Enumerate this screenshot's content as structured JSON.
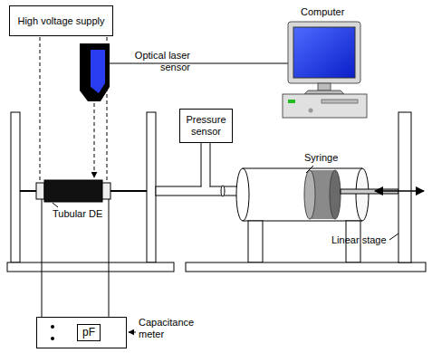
{
  "diagram": {
    "nodes": [
      {
        "text": [
          "High voltage supply"
        ]
      },
      {
        "text": [
          "Pressure sensor"
        ]
      },
      {
        "text": [
          "pF"
        ]
      }
    ],
    "labels": [
      "Computer",
      "Optical laser sensor",
      "Syringe",
      "Tubular DE",
      "Linear stage",
      "Capacitance meter"
    ]
  }
}
